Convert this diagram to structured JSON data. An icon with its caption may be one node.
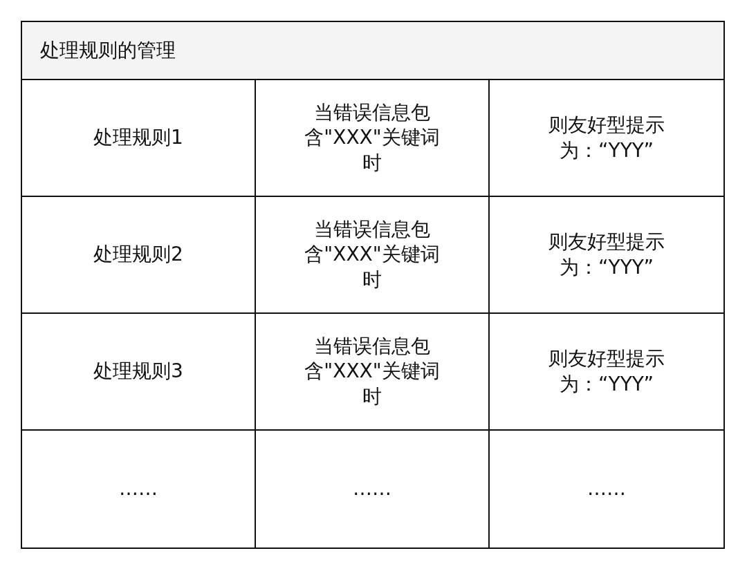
{
  "diagram": {
    "nodes": [
      {
        "text": [
          "处理规则的管理"
        ]
      }
    ],
    "labels": [
      "处理规则1",
      "当错误信息包含\"XXX\"关键词时",
      "则友好型提示为：“YYY”",
      "处理规则2",
      "当错误信息包含\"XXX\"关键词时",
      "则友好型提示为：“YYY”",
      "处理规则3",
      "当错误信息包含\"XXX\"关键词时",
      "则友好型提示为：“YYY”",
      "……",
      "……",
      "……"
    ]
  }
}
